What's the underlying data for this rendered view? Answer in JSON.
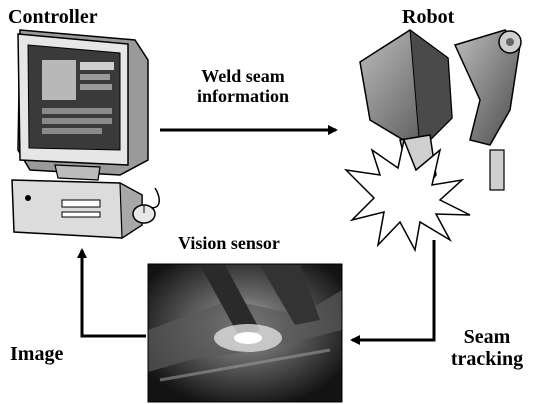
{
  "labels": {
    "controller": "Controller",
    "robot": "Robot",
    "weld_seam_line1": "Weld seam",
    "weld_seam_line2": "information",
    "vision_sensor": "Vision sensor",
    "image": "Image",
    "seam_tracking_line1": "Seam",
    "seam_tracking_line2": "tracking"
  },
  "colors": {
    "ink": "#000000",
    "screen": "#3a3a3a",
    "panel_light": "#e8e8e8",
    "photo_dark": "#1a1a1a"
  },
  "icons": {
    "controller": "desktop-computer-icon",
    "robot": "welding-robot-icon",
    "sensor_image": "weld-camera-photo"
  }
}
